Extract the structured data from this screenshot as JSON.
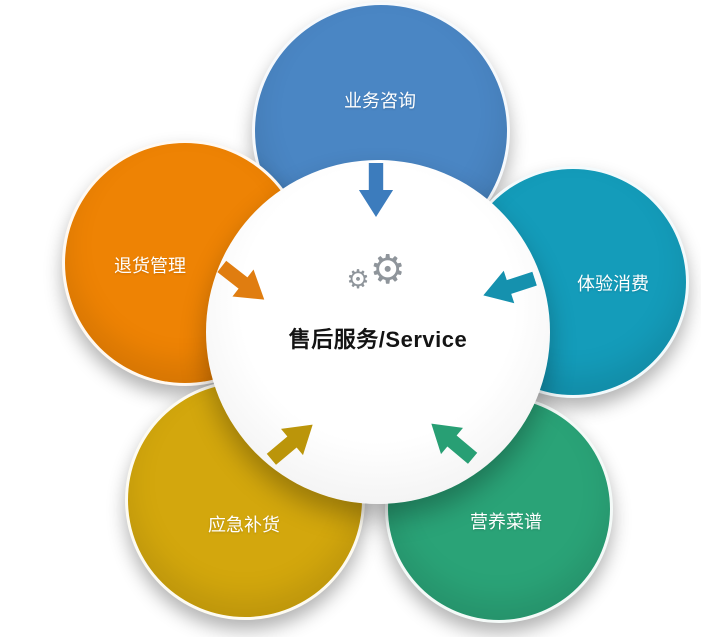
{
  "center": {
    "label": "售后服务/Service",
    "icon": "gears-icon",
    "background": "#ffffff"
  },
  "petals": [
    {
      "position": "top",
      "label": "业务咨询",
      "color": "#4a86c4",
      "arrow_color": "#3c7cbd"
    },
    {
      "position": "left",
      "label": "退货管理",
      "color": "#ee8304",
      "arrow_color": "#e07d10"
    },
    {
      "position": "right",
      "label": "体验消费",
      "color": "#149cba",
      "arrow_color": "#1591ae"
    },
    {
      "position": "bottom-left",
      "label": "应急补货",
      "color": "#d3a70d",
      "arrow_color": "#bb950a"
    },
    {
      "position": "bottom-right",
      "label": "营养菜谱",
      "color": "#2aa377",
      "arrow_color": "#289f74"
    }
  ]
}
